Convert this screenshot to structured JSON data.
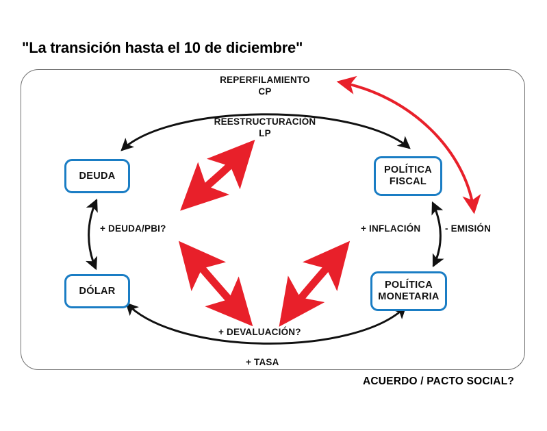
{
  "title": "\"La transición hasta el 10 de diciembre\"",
  "footer": "ACUERDO / PACTO SOCIAL?",
  "nodes": [
    {
      "id": "deuda",
      "lines": [
        "DEUDA"
      ]
    },
    {
      "id": "dolar",
      "lines": [
        "DÓLAR"
      ]
    },
    {
      "id": "fiscal",
      "lines": [
        "POLÍTICA",
        "FISCAL"
      ]
    },
    {
      "id": "monetaria",
      "lines": [
        "POLÍTICA",
        "MONETARIA"
      ]
    }
  ],
  "labels": {
    "reperfilamiento": "REPERFILAMIENTO\nCP",
    "reperfilamiento_l1": "REPERFILAMIENTO",
    "reperfilamiento_l2": "CP",
    "reestructuracion_l1": "REESTRUCTURACIÓN",
    "reestructuracion_l2": "LP",
    "deuda_pbi": "+ DEUDA/PBI?",
    "inflacion": "+ INFLACIÓN",
    "emision": "- EMISIÓN",
    "devaluacion": "+ DEVALUACIÓN?",
    "tasa": "+ TASA"
  },
  "colors": {
    "node_border": "#1a7dc4",
    "frame_border": "#6e6e6e",
    "black_arrow": "#111111",
    "red_arrow": "#e8202a",
    "text": "#111111",
    "background": "#ffffff"
  },
  "connections": [
    {
      "name": "deuda-fiscal-top-arc",
      "from": "DEUDA",
      "to": "POLÍTICA FISCAL",
      "style": "black-double-arrow",
      "labels": [
        "REPERFILAMIENTO CP",
        "REESTRUCTURACIÓN LP"
      ]
    },
    {
      "name": "deuda-dolar-left",
      "from": "DEUDA",
      "to": "DÓLAR",
      "style": "black-double-arrow",
      "labels": [
        "+ DEUDA/PBI?"
      ]
    },
    {
      "name": "fiscal-monetaria-right",
      "from": "POLÍTICA FISCAL",
      "to": "POLÍTICA MONETARIA",
      "style": "black-double-arrow",
      "labels": [
        "+ INFLACIÓN",
        "- EMISIÓN"
      ]
    },
    {
      "name": "dolar-monetaria-bottom-arc",
      "from": "DÓLAR",
      "to": "POLÍTICA MONETARIA",
      "style": "black-double-arrow",
      "labels": [
        "+ DEVALUACIÓN?",
        "+ TASA"
      ]
    },
    {
      "name": "center-upper-left-red",
      "style": "red-thick-double-arrow"
    },
    {
      "name": "center-lower-left-red",
      "style": "red-thick-double-arrow"
    },
    {
      "name": "center-lower-right-red",
      "style": "red-thick-double-arrow"
    },
    {
      "name": "outer-right-red",
      "style": "red-thin-double-arrow"
    }
  ]
}
